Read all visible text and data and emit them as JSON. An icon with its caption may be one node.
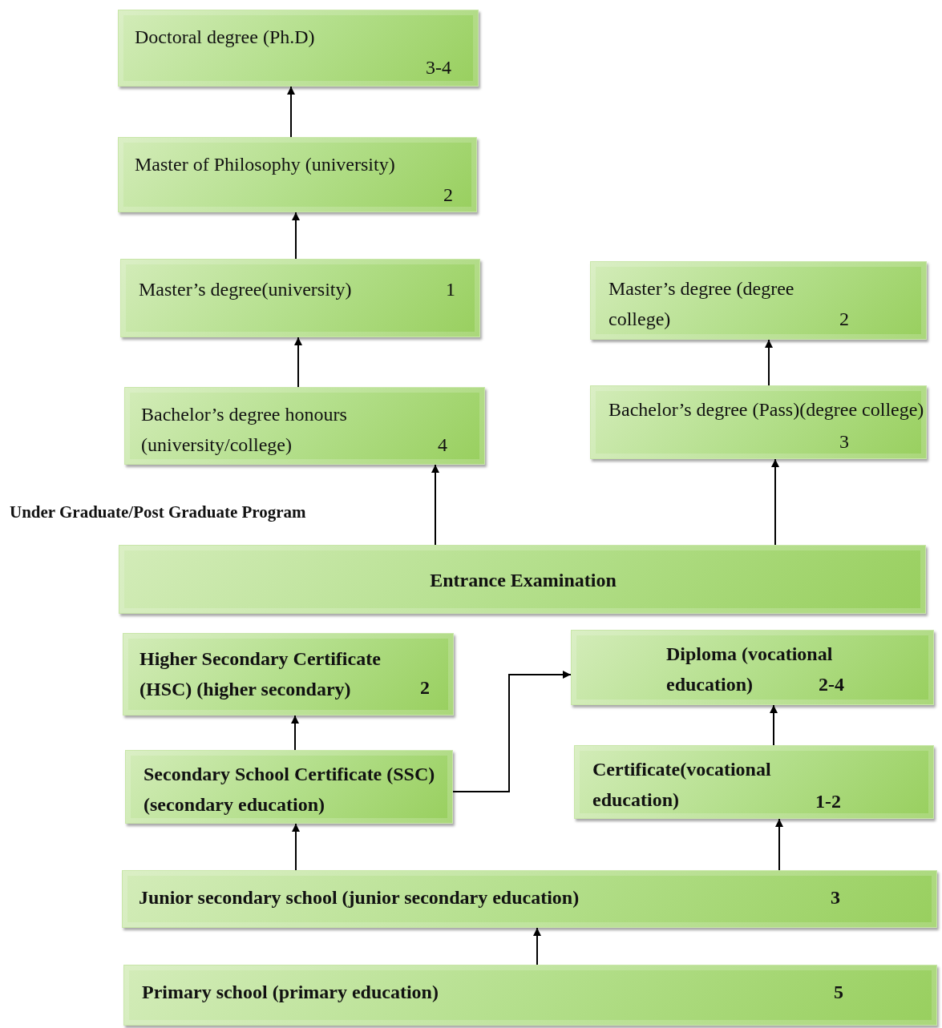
{
  "diagram": {
    "nodes": [
      {
        "text": [
          "Doctoral degree (Ph.D)",
          "3-4"
        ]
      },
      {
        "text": [
          "Master of Philosophy (university)",
          "2"
        ]
      },
      {
        "text": [
          "Master’s degree(university)",
          "1"
        ]
      },
      {
        "text": [
          "Master’s degree (degree college)",
          "2"
        ]
      },
      {
        "text": [
          "Bachelor’s degree honours (university/college)",
          "4"
        ]
      },
      {
        "text": [
          "Bachelor’s degree (Pass)(degree college)",
          "3"
        ]
      },
      {
        "text": [
          "Entrance Examination"
        ]
      },
      {
        "text": [
          "Higher Secondary Certificate (HSC) (higher secondary)",
          "2"
        ]
      },
      {
        "text": [
          "Diploma (vocational education)",
          "2-4"
        ]
      },
      {
        "text": [
          "Secondary School Certificate (SSC) (secondary education)"
        ]
      },
      {
        "text": [
          "Certificate(vocational education)",
          "1-2"
        ]
      },
      {
        "text": [
          "Junior secondary school (junior secondary education)",
          "3"
        ]
      },
      {
        "text": [
          "Primary school (primary education)",
          "5"
        ]
      }
    ],
    "edges": [
      {
        "from": 1,
        "to": 0,
        "arrow": "to"
      },
      {
        "from": 2,
        "to": 1,
        "arrow": "to"
      },
      {
        "from": 4,
        "to": 2,
        "arrow": "to"
      },
      {
        "from": 6,
        "to": 4,
        "arrow": "to"
      },
      {
        "from": 5,
        "to": 3,
        "arrow": "to"
      },
      {
        "from": 6,
        "to": 5,
        "arrow": "to"
      },
      {
        "from": 9,
        "to": 7,
        "arrow": "to"
      },
      {
        "from": 9,
        "to": 8,
        "arrow": "to"
      },
      {
        "from": 10,
        "to": 8,
        "arrow": "to"
      },
      {
        "from": 11,
        "to": 9,
        "arrow": "to"
      },
      {
        "from": 11,
        "to": 10,
        "arrow": "to"
      },
      {
        "from": 12,
        "to": 11,
        "arrow": "to"
      }
    ],
    "labels": [
      "Under Graduate/Post Graduate Program"
    ]
  }
}
